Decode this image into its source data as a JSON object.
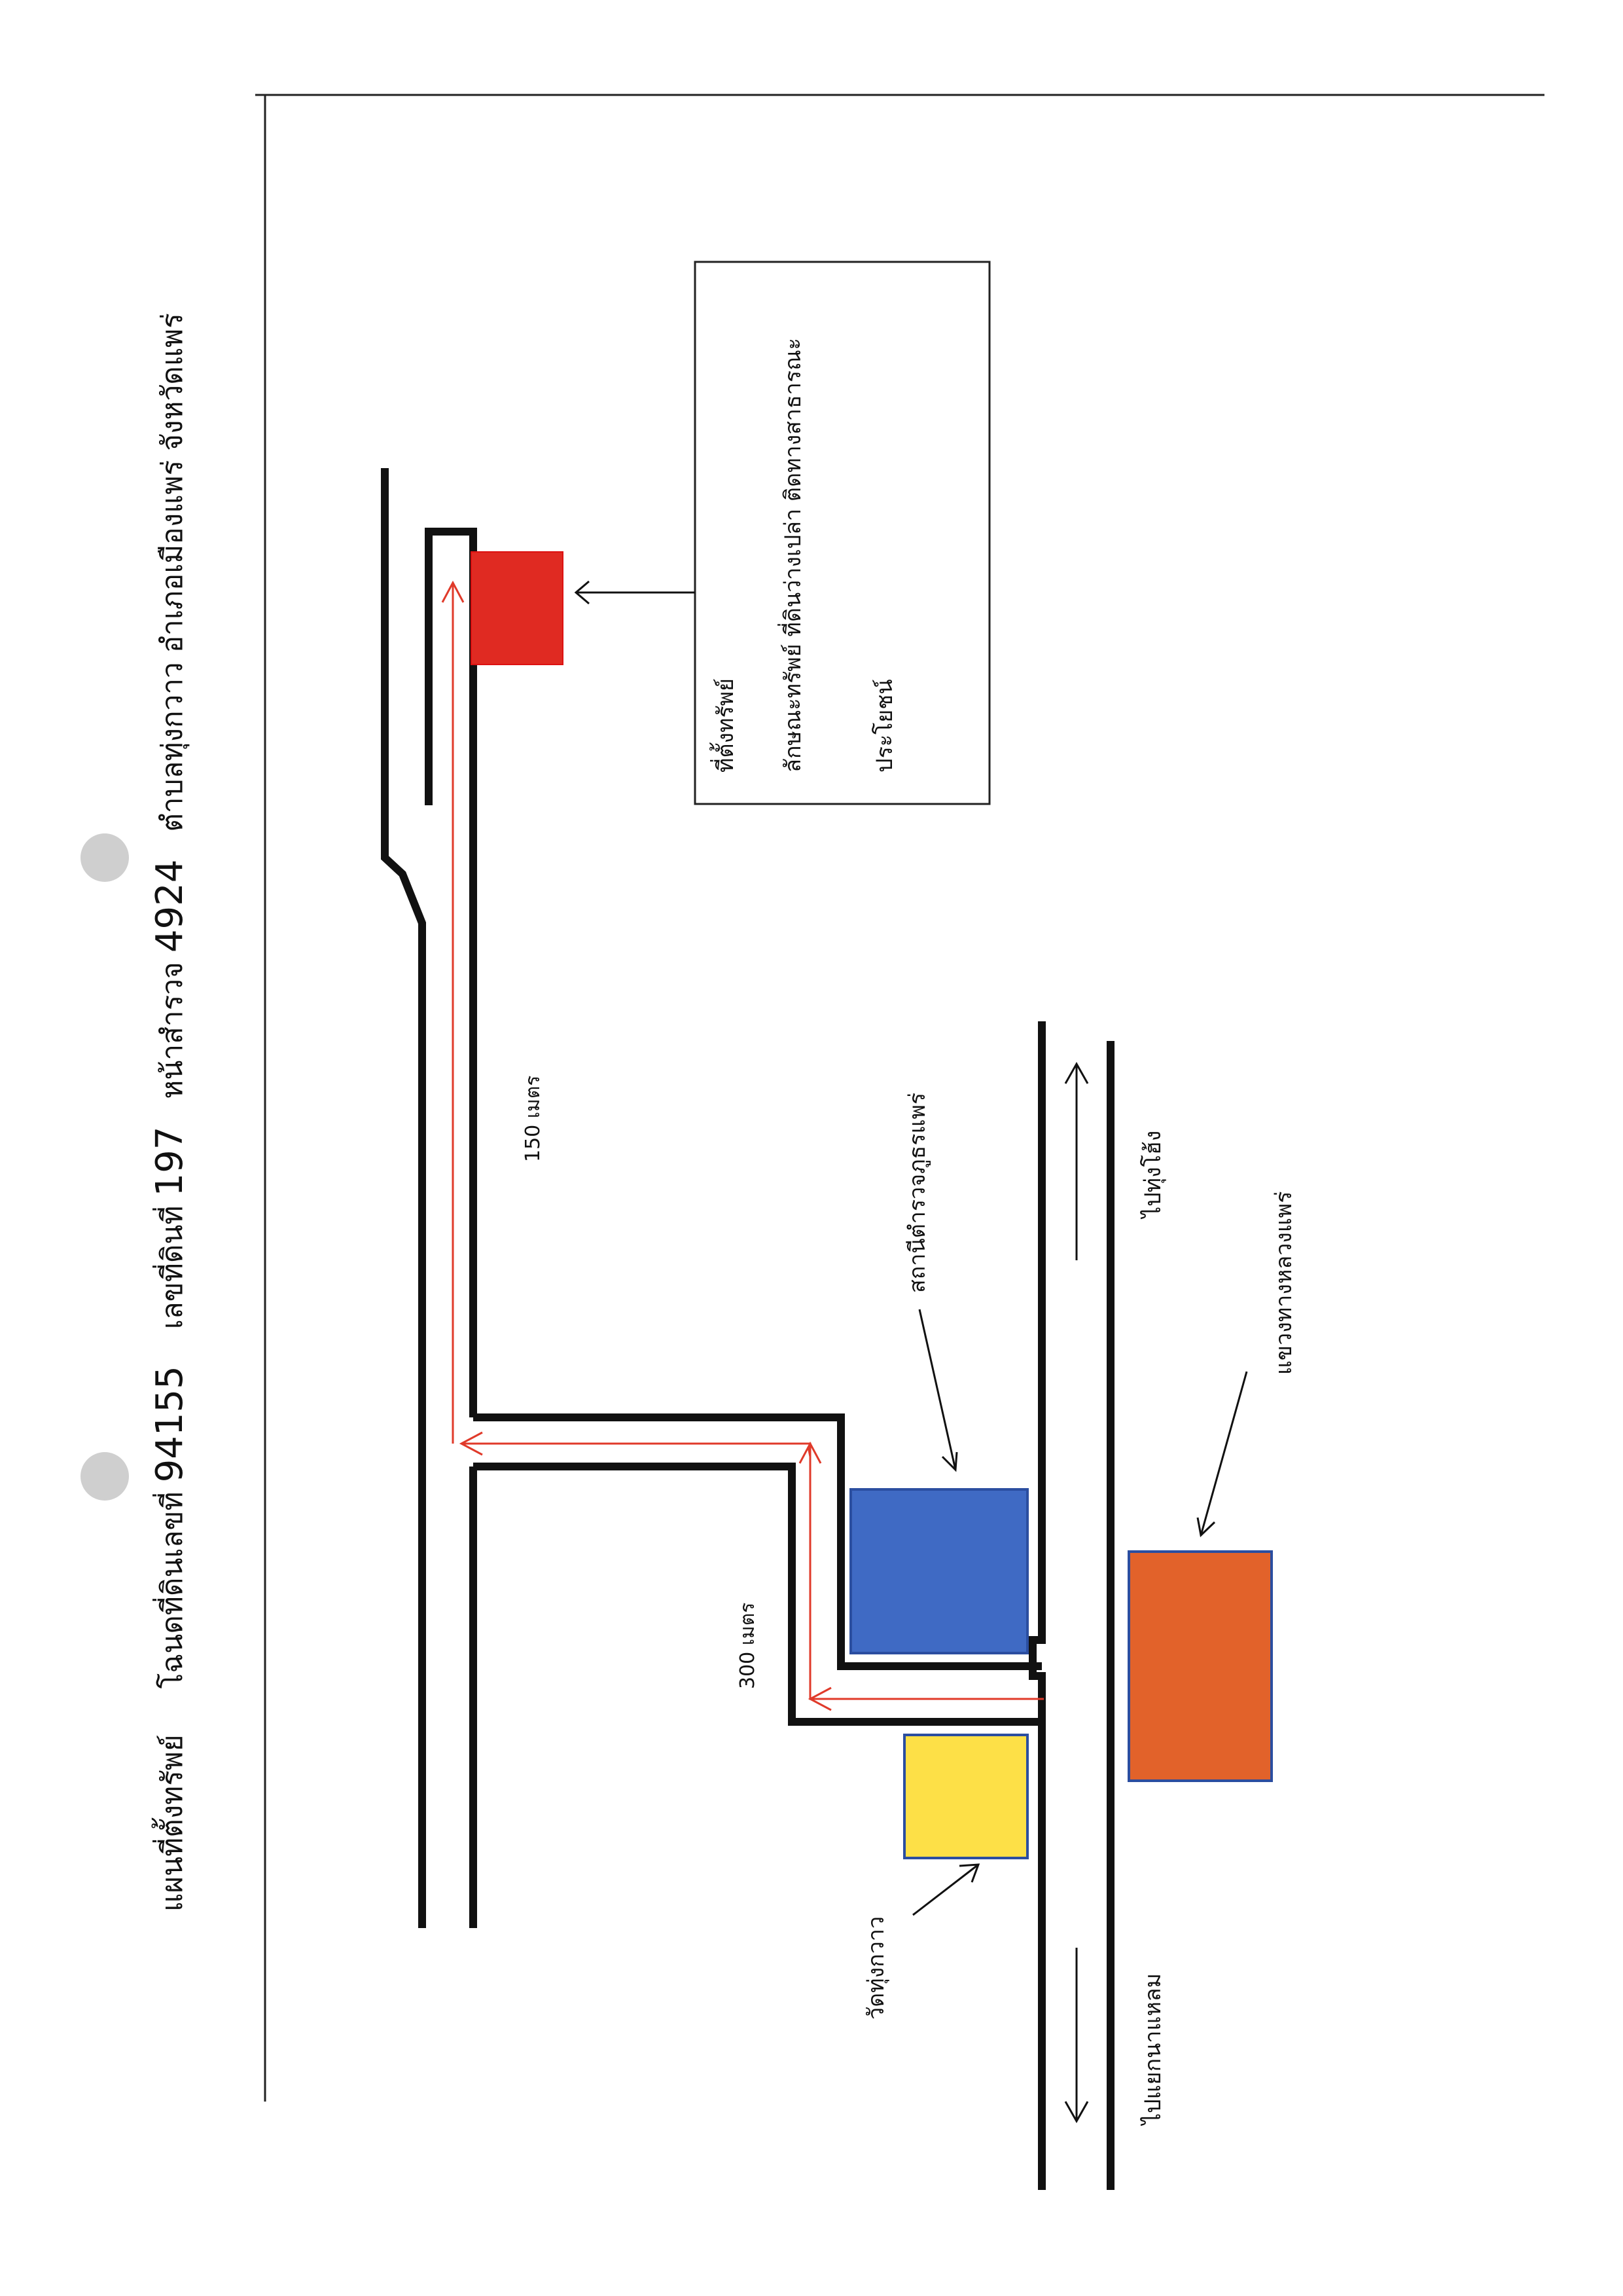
{
  "title": {
    "prefix": "แผนที่ตั้งทรัพย์",
    "deed_label": "โฉนดที่ดินเลขที่",
    "deed_no": "94155",
    "land_no_label": "เลขที่ดินที่",
    "land_no": "197",
    "survey_label": "หน้าสำรวจ",
    "survey_no": "4924",
    "location": "ตำบลทุ่งกวาว อำเภอเมืองแพร่ จังหวัดแพร่"
  },
  "landmarks": {
    "police_station": "สถานีตำรวจภูธรแพร่",
    "highway_office": "แขวงทางหลวงแพร่",
    "temple": "วัดทุ่งกวาว"
  },
  "directions": {
    "to_thung_hong": "ไปทุ่งโฮ้ง",
    "to_na_haem": "ไปแยกนาแหลม"
  },
  "distances": {
    "d300": "300 เมตร",
    "d150": "150 เมตร"
  },
  "info_box": {
    "line1": "ที่ตั้งทรัพย์",
    "line2": "ลักษณะทรัพย์ ที่ดินว่างเปล่า ติดทางสาธารณะ",
    "line3": "ประโยชน์"
  },
  "colors": {
    "road": "#111111",
    "route": "#e03a2a",
    "property": "#e02a22",
    "police_station": "#3f6ac4",
    "highway_office": "#e2622a",
    "temple": "#fde047"
  }
}
